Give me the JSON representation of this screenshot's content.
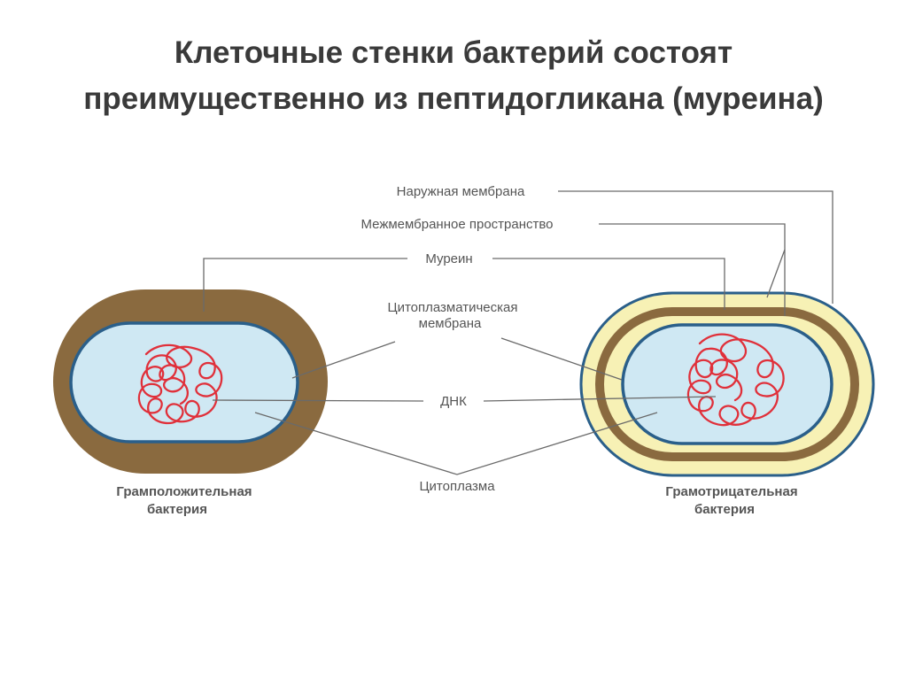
{
  "title": {
    "line1": "Клеточные стенки бактерий состоят",
    "line2": "преимущественно из пептидогликана (муреина)"
  },
  "labels": {
    "outer_membrane": "Наружная мембрана",
    "intermembrane_space": "Межмембранное пространство",
    "murein": "Муреин",
    "cytoplasmic_membrane_1": "Цитоплазматическая",
    "cytoplasmic_membrane_2": "мембрана",
    "dna": "ДНК",
    "cytoplasm": "Цитоплазма"
  },
  "captions": {
    "gram_positive_1": "Грамположительная",
    "gram_positive_2": "бактерия",
    "gram_negative_1": "Грамотрицательная",
    "gram_negative_2": "бактерия"
  },
  "colors": {
    "murein": "#8a6a3f",
    "cytoplasm": "#cfe8f3",
    "membrane": "#2a5f8a",
    "outer_layer": "#f7f1b5",
    "dna": "#e0303a"
  }
}
